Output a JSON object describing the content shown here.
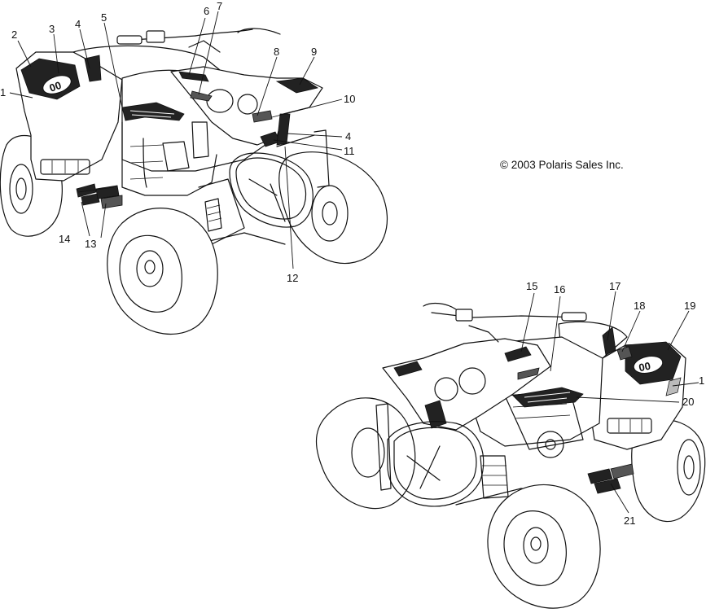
{
  "copyright": "© 2003 Polaris Sales Inc.",
  "number_plate": "00",
  "callouts": {
    "c1a": "1",
    "c2": "2",
    "c3": "3",
    "c4a": "4",
    "c5": "5",
    "c6": "6",
    "c7": "7",
    "c8": "8",
    "c9": "9",
    "c10": "10",
    "c4b": "4",
    "c11": "11",
    "c12": "12",
    "c13": "13",
    "c14": "14",
    "c15": "15",
    "c16": "16",
    "c17": "17",
    "c18": "18",
    "c19": "19",
    "c1b": "1",
    "c20": "20",
    "c21": "21"
  },
  "colors": {
    "line": "#111111",
    "dark_decal": "#222222",
    "mid_decal": "#555555",
    "light_decal": "#bbbbbb",
    "background": "#ffffff"
  }
}
